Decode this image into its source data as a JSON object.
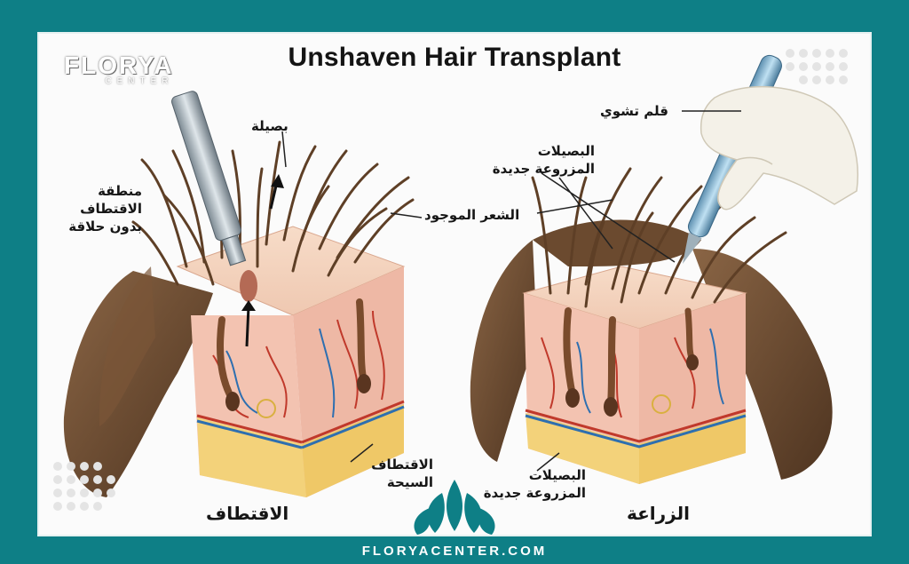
{
  "title": "Unshaven Hair Transplant",
  "logo": {
    "brand": "FLORYA",
    "sub": "CENTER"
  },
  "labels": {
    "bulb": "بصيلة",
    "extraction_zone_line1": "منطقة",
    "extraction_zone_line2": "الاقتطاف",
    "extraction_zone_line3": "بدون حلاقة",
    "extraction_tissue_line1": "الاقتطاف",
    "extraction_tissue_line2": "السيحة",
    "extraction_caption": "الاقتطاف",
    "implanter_pen": "قلم تشوي",
    "new_bulbs_top_line1": "البصيلات",
    "new_bulbs_top_line2": "المزروعة جديدة",
    "existing_hair": "الشعر الموجود",
    "new_bulbs_bottom_line1": "البصيلات",
    "new_bulbs_bottom_line2": "المزروعة جديدة",
    "implant_caption": "الزراعة"
  },
  "footer": "FLORYACENTER.COM",
  "colors": {
    "frame": "#0e7f86",
    "skin": "#f0c9b4",
    "hair": "#6b4a2f",
    "fat": "#f3d27a"
  }
}
